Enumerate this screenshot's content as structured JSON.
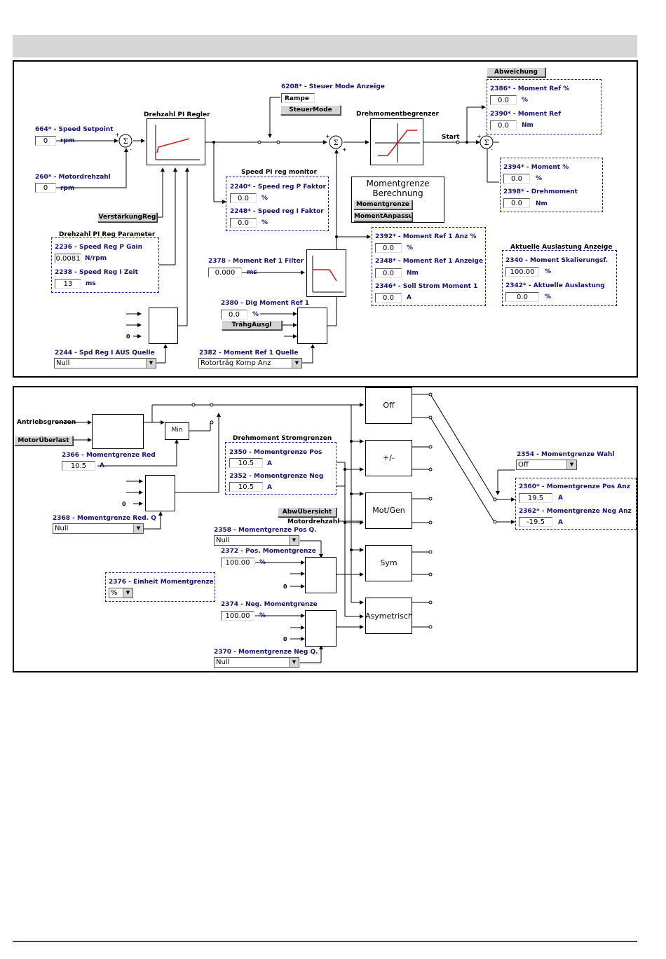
{
  "d1": {
    "speed_setpoint": {
      "label": "664* - Speed Setpoint",
      "value": "0",
      "unit": "rpm"
    },
    "motordrehzahl": {
      "label": "260* - Motordrehzahl",
      "value": "0",
      "unit": "rpm"
    },
    "pi_regler_title": "Drehzahl PI Regler",
    "verstaerkung_btn": "VerstärkungReg",
    "pi_param_title": "Drehzahl PI Reg Parameter",
    "p_gain": {
      "label": "2236 - Speed Reg P Gain",
      "value": "0.0081",
      "unit": "N/rpm"
    },
    "i_zeit": {
      "label": "2238 - Speed Reg I Zeit",
      "value": "13",
      "unit": "ms"
    },
    "steuer_mode": {
      "label": "6208* - Steuer Mode Anzeige",
      "rampe": "Rampe",
      "button": "SteuerMode"
    },
    "monitor_title": "Speed PI reg monitor",
    "p_faktor": {
      "label": "2240* - Speed reg P Faktor",
      "value": "0.0",
      "unit": "%"
    },
    "i_faktor": {
      "label": "2248* - Speed reg I Faktor",
      "value": "0.0",
      "unit": "%"
    },
    "begrenzer_title": "Drehmomentbegrenzer",
    "berechnung": {
      "line1": "Momentgrenze",
      "line2": "Berechnung",
      "btn1": "Momentgrenze",
      "btn2": "MomentAnpassu"
    },
    "start_label": "Start",
    "abweichung_btn": "Abweichung",
    "moment_ref_pct": {
      "label": "2386* - Moment Ref %",
      "value": "0.0",
      "unit": "%"
    },
    "moment_ref": {
      "label": "2390* - Moment Ref",
      "value": "0.0",
      "unit": "Nm"
    },
    "moment_pct": {
      "label": "2394* - Moment %",
      "value": "0.0",
      "unit": "%"
    },
    "drehmoment": {
      "label": "2398* - Drehmoment",
      "value": "0.0",
      "unit": "Nm"
    },
    "ref1_anz_pct": {
      "label": "2392* - Moment Ref 1 Anz %",
      "value": "0.0",
      "unit": "%"
    },
    "ref1_anzeige": {
      "label": "2348* - Moment Ref 1 Anzeige",
      "value": "0.0",
      "unit": "Nm"
    },
    "soll_strom": {
      "label": "2346* - Soll Strom Moment 1",
      "value": "0.0",
      "unit": "A"
    },
    "auslastung_title": "Aktuelle Auslastung Anzeige",
    "skalierung": {
      "label": "2340 - Moment Skalierungsf.",
      "value": "100.00",
      "unit": "%"
    },
    "akt_auslastung": {
      "label": "2342* - Aktuelle Auslastung",
      "value": "0.0",
      "unit": "%"
    },
    "ref1_filter": {
      "label": "2378 - Moment Ref 1 Filter",
      "value": "0.000",
      "unit": "ms"
    },
    "dig_moment": {
      "label": "2380 - Dig Moment Ref 1",
      "value": "0.0",
      "unit": "%",
      "button": "TrähgAusgl"
    },
    "zero": "0",
    "spd_reg_quelle": {
      "label": "2244 - Spd Reg I AUS Quelle",
      "value": "Null"
    },
    "ref1_quelle": {
      "label": "2382 - Moment Ref 1 Quelle",
      "value": "Rotorträg Komp Anz"
    }
  },
  "d2": {
    "antriebsgrenzen": "Antriebsgrenzen",
    "motorueberlast_btn": "MotorÜberlast",
    "min_label": "Min",
    "red": {
      "label": "2366 - Momentgrenze Red",
      "value": "10.5",
      "unit": "A"
    },
    "red_q": {
      "label": "2368 - Momentgrenze Red. Q",
      "value": "Null"
    },
    "stromgrenzen_title": "Drehmoment Stromgrenzen",
    "pos": {
      "label": "2350 - Momentgrenze Pos",
      "value": "10.5",
      "unit": "A"
    },
    "neg": {
      "label": "2352 - Momentgrenze Neg",
      "value": "10.5",
      "unit": "A"
    },
    "abuebersicht_btn": "AbwÜbersicht",
    "motordrehzahl_label": "Motordrehzahl",
    "pos_q": {
      "label": "2358 - Momentgrenze Pos Q.",
      "value": "Null"
    },
    "pos_mg": {
      "label": "2372 - Pos. Momentgrenze",
      "value": "100.00",
      "unit": "%"
    },
    "einheit": {
      "label": "2376 - Einheit Momentgrenze",
      "value": "%"
    },
    "neg_mg": {
      "label": "2374 - Neg. Momentgrenze",
      "value": "100.00",
      "unit": "%"
    },
    "neg_q": {
      "label": "2370 - Momentgrenze Neg Q.",
      "value": "Null"
    },
    "modes": [
      "Off",
      "+/-",
      "Mot/Gen",
      "Sym",
      "Asymetrisch"
    ],
    "wahl": {
      "label": "2354 - Momentgrenze Wahl",
      "value": "Off"
    },
    "pos_anz": {
      "label": "2360* - Momentgrenze Pos Anz",
      "value": "19.5",
      "unit": "A"
    },
    "neg_anz": {
      "label": "2362* - Momentgrenze Neg Anz",
      "value": "-19.5",
      "unit": "A"
    },
    "zero": "0"
  },
  "colors": {
    "label_blue": "#13137a",
    "dash_blue": "#1a1aa0",
    "curve_red": "#d01010",
    "header_gray": "#d6d6d6"
  }
}
